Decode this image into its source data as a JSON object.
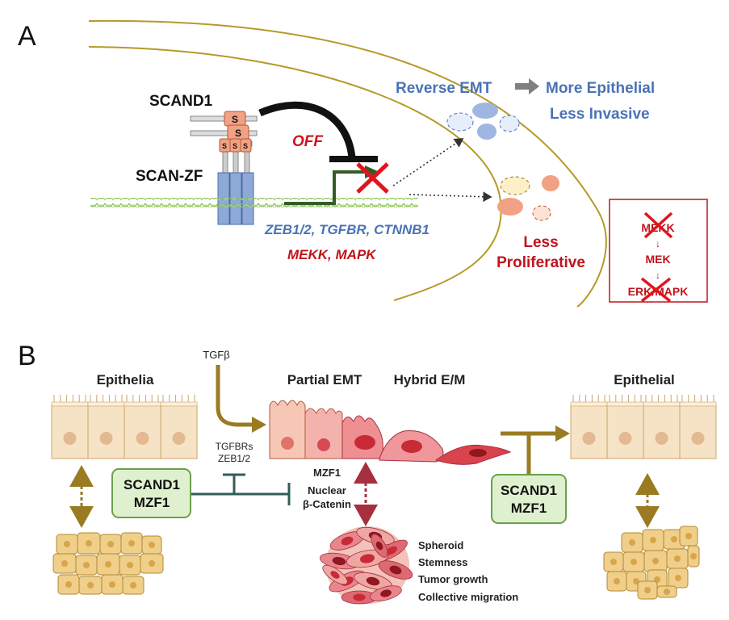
{
  "panel_a": {
    "label": "A",
    "protein_top": "SCAND1",
    "protein_bottom": "SCAN-ZF",
    "domain_letter_1": "S",
    "domain_letter_2": "S",
    "domain_letter_3": "S",
    "domain_letter_4": "S",
    "domain_letter_5": "S",
    "switch_label": "OFF",
    "genes_line1": "ZEB1/2, TGFBR, CTNNB1",
    "genes_line2": "MEKK, MAPK",
    "outcome_emt": "Reverse EMT",
    "outcome_epi_1": "More Epithelial",
    "outcome_epi_2": "Less Invasive",
    "outcome_prolif_1": "Less",
    "outcome_prolif_2": "Proliferative",
    "cascade": {
      "step1": "MEKK",
      "arrow1": "↓",
      "step2": "MEK",
      "arrow2": "↓",
      "step3": "ERK/MAPK"
    },
    "colors": {
      "blue_text": "#4a73b5",
      "red_text": "#c0141c",
      "membrane": "#b59a2a",
      "scand_pink": "#f2a184",
      "dna_green": "#7fbf4a",
      "box_red": "#c0141c"
    }
  },
  "panel_b": {
    "label": "B",
    "stage_epithelia": "Epithelia",
    "stage_partial": "Partial EMT",
    "stage_hybrid": "Hybrid E/M",
    "stage_epithelial": "Epithelial",
    "signal": "TGFβ",
    "target_1": "TGFBRs",
    "target_2": "ZEB1/2",
    "box_left_1": "SCAND1",
    "box_left_2": "MZF1",
    "box_right_1": "SCAND1",
    "box_right_2": "MZF1",
    "mid_1": "MZF1",
    "mid_2": "Nuclear",
    "mid_3": "β-Catenin",
    "features": [
      "Spheroid",
      "Stemness",
      "Tumor growth",
      "Collective migration"
    ],
    "colors": {
      "olive": "#9a7b22",
      "teal": "#2f5e58",
      "box_fill": "#dff0cf",
      "box_stroke": "#6aa04a",
      "cell_fill": "#f6e3c6",
      "nucleus": "#e3b992",
      "maroon": "#a6303e"
    }
  }
}
